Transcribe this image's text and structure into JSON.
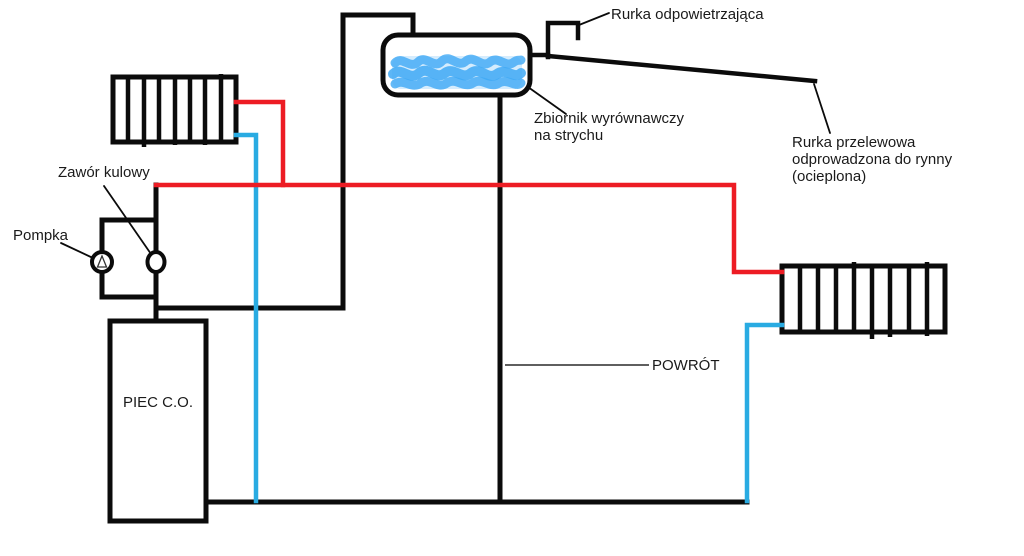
{
  "colors": {
    "bg": "#ffffff",
    "pipe": "#0b0b0b",
    "hot": "#ed1c24",
    "cold": "#29abe2",
    "water": "#3fa9f5",
    "ink": "#1a1a1a"
  },
  "labels": {
    "vent": "Rurka odpowietrzająca",
    "tank_line1": "Zbiornik wyrównawczy",
    "tank_line2": "na strychu",
    "overflow_line1": "Rurka przelewowa",
    "overflow_line2": "odprowadzona do rynny",
    "overflow_line3": "(ocieplona)",
    "valve": "Zawór kulowy",
    "pump": "Pompka",
    "furnace": "PIEC C.O.",
    "return": "POWRÓT"
  }
}
